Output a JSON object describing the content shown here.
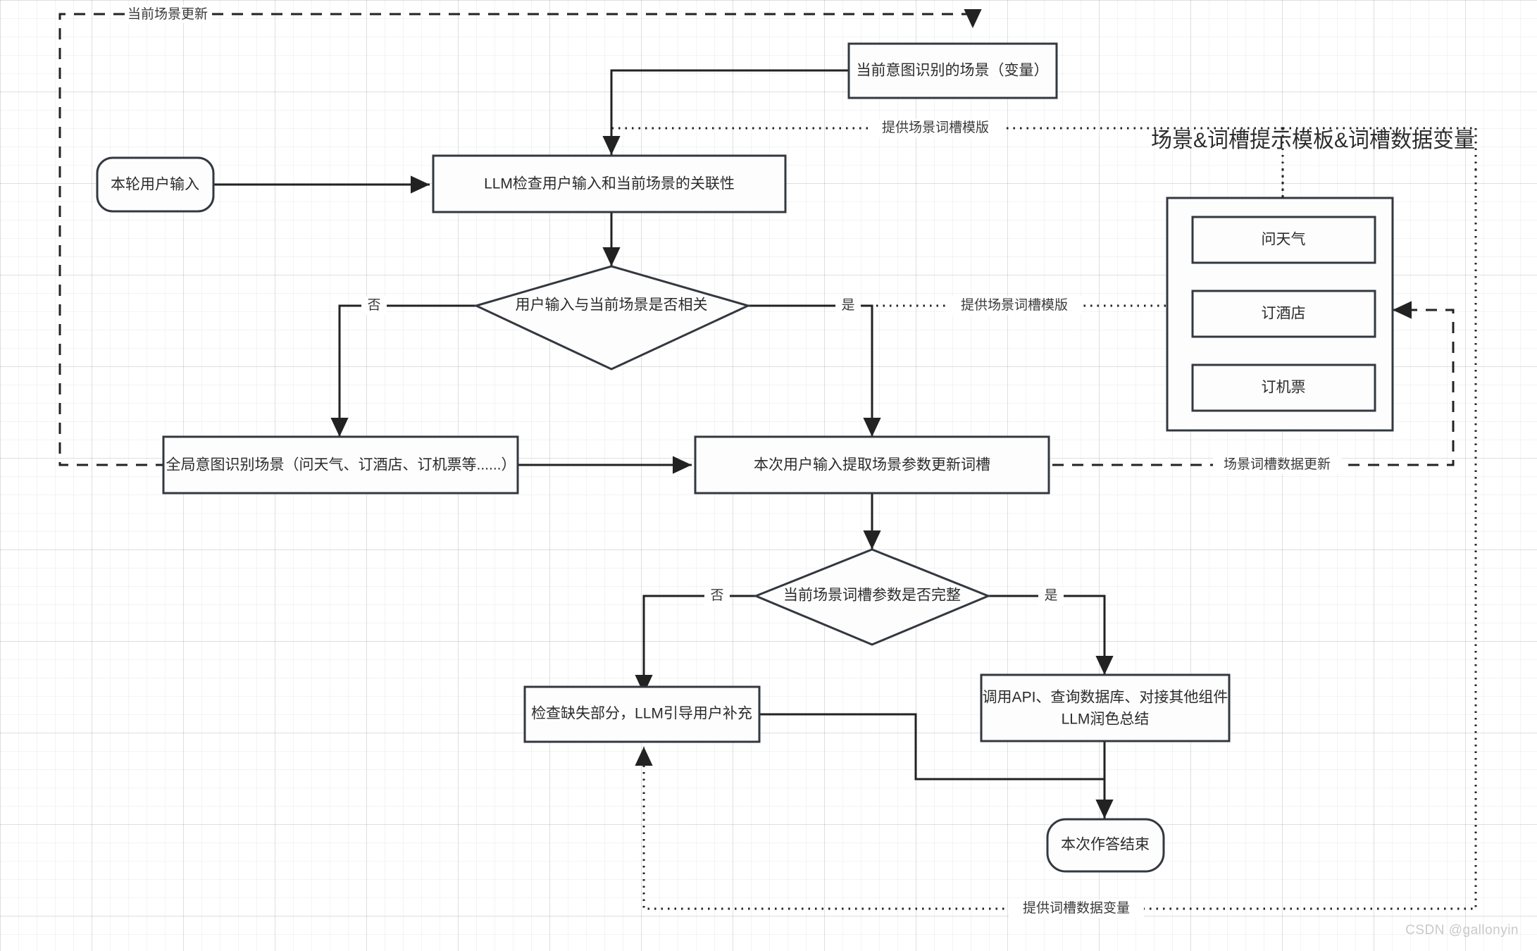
{
  "diagram": {
    "title_panel": "场景&词槽提示模板&词槽数据变量",
    "watermark": "CSDN @gallonyin",
    "nodes": {
      "user_input": "本轮用户输入",
      "current_intent_scene": "当前意图识别的场景（变量）",
      "llm_check": "LLM检查用户输入和当前场景的关联性",
      "decision_relevance": "用户输入与当前场景是否相关",
      "global_intent": "全局意图识别场景（问天气、订酒店、订机票等......）",
      "extract_slots": "本次用户输入提取场景参数更新词槽",
      "decision_complete": "当前场景词槽参数是否完整",
      "llm_guide": "检查缺失部分，LLM引导用户补充",
      "call_api_line1": "调用API、查询数据库、对接其他组件",
      "call_api_line2": "LLM润色总结",
      "end": "本次作答结束"
    },
    "scene_list": [
      "问天气",
      "订酒店",
      "订机票"
    ],
    "edge_labels": {
      "current_scene_update": "当前场景更新",
      "provide_template_top": "提供场景词槽模版",
      "provide_template_mid": "提供场景词槽模版",
      "slot_data_update": "场景词槽数据更新",
      "provide_slot_data": "提供词槽数据变量",
      "no_1": "否",
      "yes_1": "是",
      "no_2": "否",
      "yes_2": "是"
    },
    "colors": {
      "stroke": "#333840",
      "text": "#2b2b2b",
      "node_fill": "#fdfdfd",
      "grid": "#e9e9e9",
      "watermark": "#c9c9c9"
    }
  }
}
